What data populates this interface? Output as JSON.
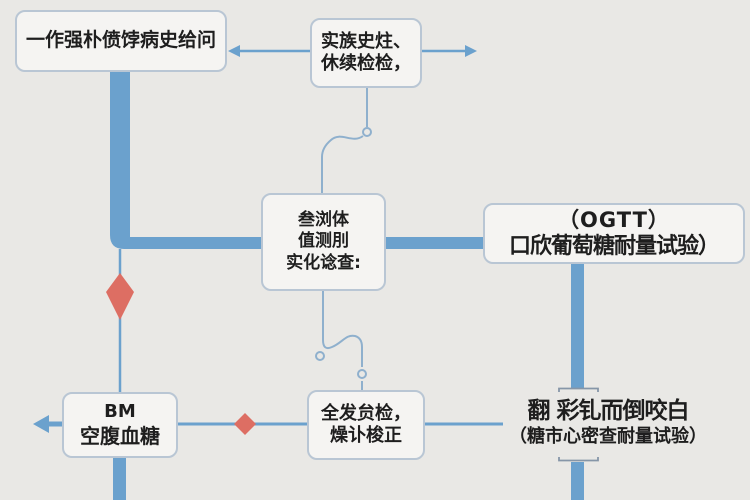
{
  "palette": {
    "background": "#e9e8e5",
    "box_fill": "#f5f4f2",
    "box_border": "#b9c6d4",
    "line_blue": "#6ba1cd",
    "thin_line_blue": "#8fb0cd",
    "accent_red": "#dd6e63",
    "text": "#1e1e1e",
    "tick_gray": "#8696a8"
  },
  "nodes": {
    "history_box": {
      "label": "一作强朴偾饽病史给问"
    },
    "family_box": {
      "line1": "实族史炷、",
      "line2": "休续检检，"
    },
    "measure_box": {
      "line1": "叁浏体",
      "line2": "值测刖",
      "line3": "实化谂查:"
    },
    "ogtt_box": {
      "line1": "（OGTT）",
      "line2": "口欣葡萄糖耐量试验）"
    },
    "bm_box": {
      "line1": "BM",
      "line2": "空腹血糖"
    },
    "recheck_box": {
      "line1": "全发贠检，",
      "line2": "燥讣梭正"
    },
    "sugar_label": {
      "line1": "翻 彩钆而倒咬白",
      "line2": "（糖市心密查耐量试验）"
    }
  }
}
